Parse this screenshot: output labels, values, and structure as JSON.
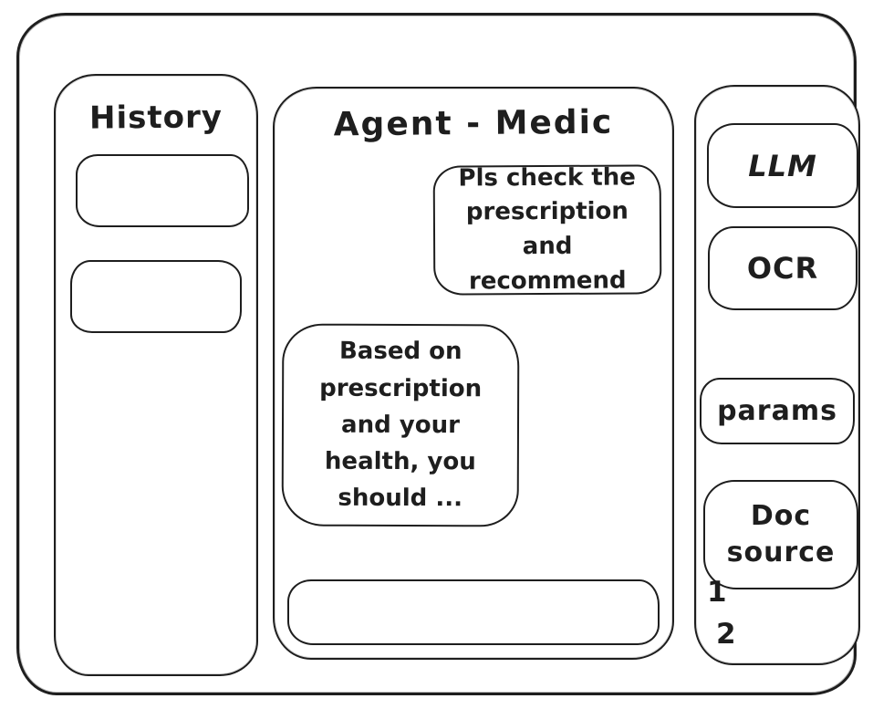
{
  "colors": {
    "background": "#ffffff",
    "stroke": "#1e1e1e"
  },
  "history_panel": {
    "title": "History"
  },
  "chat_panel": {
    "title": "Agent - Medic",
    "messages": [
      {
        "role": "user",
        "text": "Pls check the prescription and recommend"
      },
      {
        "role": "assistant",
        "text": "Based on prescription and your health, you should ..."
      }
    ],
    "input": {
      "value": ""
    }
  },
  "tools_panel": {
    "llm_label": "LLM",
    "ocr_label": "OCR",
    "params_label": "params",
    "doc_source_label": "Doc source",
    "doc_items": [
      "1",
      "2"
    ]
  }
}
